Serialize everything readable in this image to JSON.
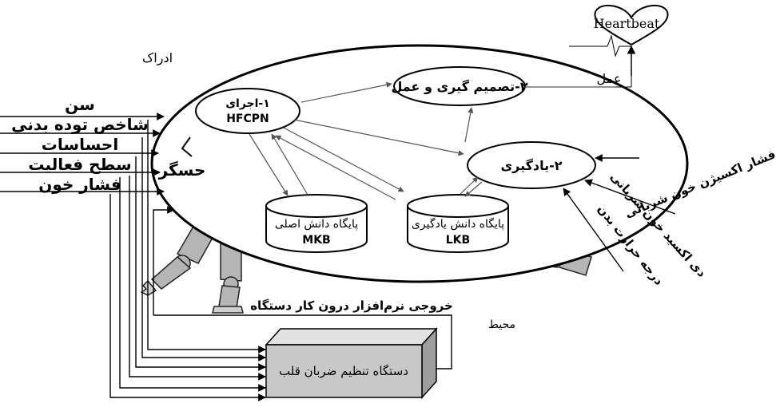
{
  "labels": {
    "perception": "ادراک",
    "environment": "محیط",
    "action": "عمل",
    "heartbeat": "Heartbeat",
    "sensor": "حسگر",
    "device": "دستگاه تنظیم ضربان قلب",
    "software_output": "خروجی نرم‌افزار درون کار دستگاه"
  },
  "inputs": [
    "سن",
    "شاخص توده بدنی",
    "احساسات",
    "سطح فعالیت",
    "فشار خون"
  ],
  "right_inputs": [
    "فشار اکسیژن خون شریانی",
    "دی اکسید خون شریانی",
    "درجه حرارت بدن"
  ],
  "nodes": {
    "hfcpn_title": "۱-اجرای",
    "hfcpn_sub": "HFCPN",
    "decision": "۳-تصمیم گیری و عمل",
    "learning": "۲-یادگیری"
  },
  "databases": {
    "mkb_title": "پایگاه دانش اصلی",
    "mkb_sub": "MKB",
    "lkb_title": "پایگاه دانش یادگیری",
    "lkb_sub": "LKB"
  },
  "colors": {
    "stroke": "#000000",
    "cube_front": "#c8c8c8",
    "cube_top": "#e2e2e2",
    "cube_side": "#9e9e9e",
    "limb": "#b5b5b5"
  }
}
